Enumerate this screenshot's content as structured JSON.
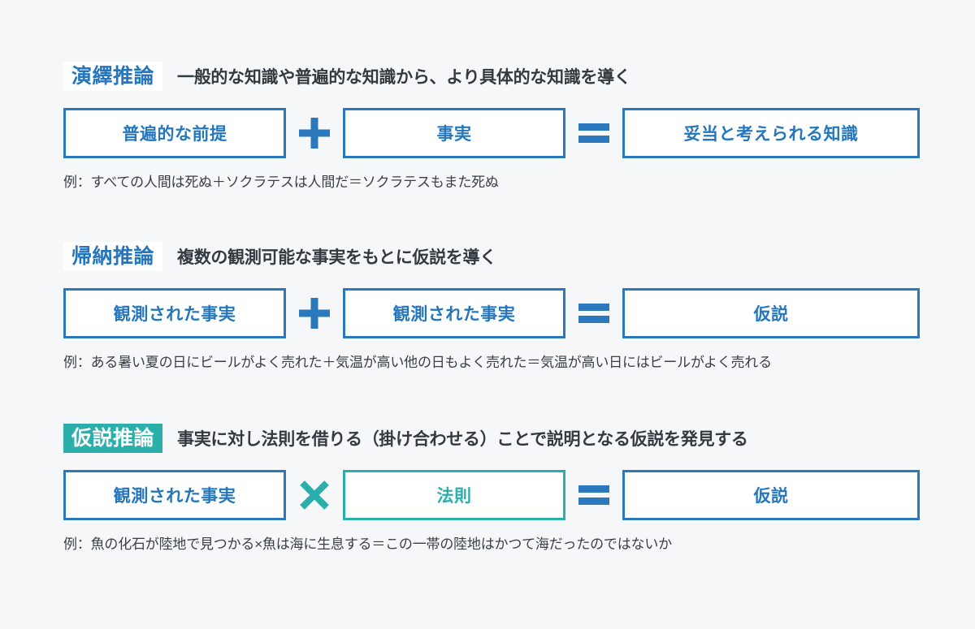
{
  "page": {
    "background_color": "#f5f7f8",
    "accent_blue": "#2576bc",
    "border_blue": "#2c78bd",
    "accent_teal": "#2aafab",
    "text_color": "#333a40"
  },
  "sections": [
    {
      "badge_label": "演繹推論",
      "badge_style": "blue",
      "description": "一般的な知識や普遍的な知識から、より具体的な知識を導く",
      "terms": [
        {
          "label": "普遍的な前提",
          "style": "blue"
        },
        {
          "label": "事実",
          "style": "blue"
        },
        {
          "label": "妥当と考えられる知識",
          "style": "blue"
        }
      ],
      "operators": [
        {
          "symbol": "plus",
          "style": "blue"
        },
        {
          "symbol": "equals",
          "style": "blue"
        }
      ],
      "example": "例：すべての人間は死ぬ＋ソクラテスは人間だ＝ソクラテスもまた死ぬ"
    },
    {
      "badge_label": "帰納推論",
      "badge_style": "blue",
      "description": "複数の観測可能な事実をもとに仮説を導く",
      "terms": [
        {
          "label": "観測された事実",
          "style": "blue"
        },
        {
          "label": "観測された事実",
          "style": "blue"
        },
        {
          "label": "仮説",
          "style": "blue"
        }
      ],
      "operators": [
        {
          "symbol": "plus",
          "style": "blue"
        },
        {
          "symbol": "equals",
          "style": "blue"
        }
      ],
      "example": "例：ある暑い夏の日にビールがよく売れた＋気温が高い他の日もよく売れた＝気温が高い日にはビールがよく売れる"
    },
    {
      "badge_label": "仮説推論",
      "badge_style": "teal",
      "description": "事実に対し法則を借りる（掛け合わせる）ことで説明となる仮説を発見する",
      "terms": [
        {
          "label": "観測された事実",
          "style": "blue"
        },
        {
          "label": "法則",
          "style": "teal"
        },
        {
          "label": "仮説",
          "style": "blue"
        }
      ],
      "operators": [
        {
          "symbol": "multiply",
          "style": "teal"
        },
        {
          "symbol": "equals",
          "style": "blue"
        }
      ],
      "example": "例：魚の化石が陸地で見つかる×魚は海に生息する＝この一帯の陸地はかつて海だったのではないか"
    }
  ]
}
